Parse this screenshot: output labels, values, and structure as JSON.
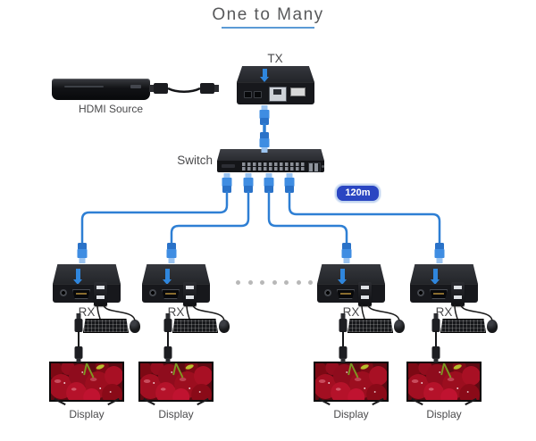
{
  "title": "One to Many",
  "nodes": {
    "source": {
      "label": "HDMI Source"
    },
    "tx": {
      "label": "TX"
    },
    "switch": {
      "label": "Switch"
    },
    "badge": {
      "label": "120m"
    },
    "receivers": [
      {
        "label": "RX"
      },
      {
        "label": "RX"
      },
      {
        "label": "RX"
      },
      {
        "label": "RX"
      }
    ],
    "displays": [
      {
        "label": "Display"
      },
      {
        "label": "Display"
      },
      {
        "label": "Display"
      },
      {
        "label": "Display"
      }
    ]
  },
  "ellipsis": {
    "dot_count": 7
  },
  "colors": {
    "cable_blue": "#2e7fd4",
    "badge_bg": "#2a46c2",
    "badge_text": "#ffffff",
    "title_underline": "#5b9bd5",
    "label_text": "#4a4a4c",
    "device_black": "#17181c",
    "dot_gray": "#b8b8b8"
  }
}
